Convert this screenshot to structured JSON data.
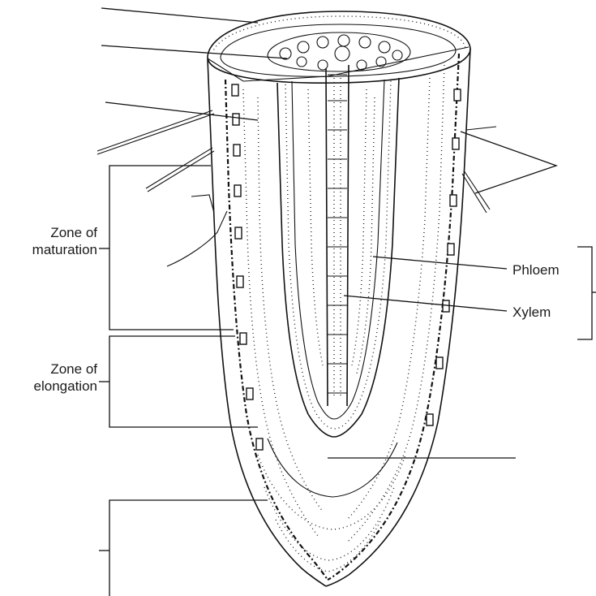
{
  "labels": {
    "zone_maturation_line1": "Zone of",
    "zone_maturation_line2": "maturation",
    "zone_elongation_line1": "Zone of",
    "zone_elongation_line2": "elongation",
    "phloem": "Phloem",
    "xylem": "Xylem"
  }
}
